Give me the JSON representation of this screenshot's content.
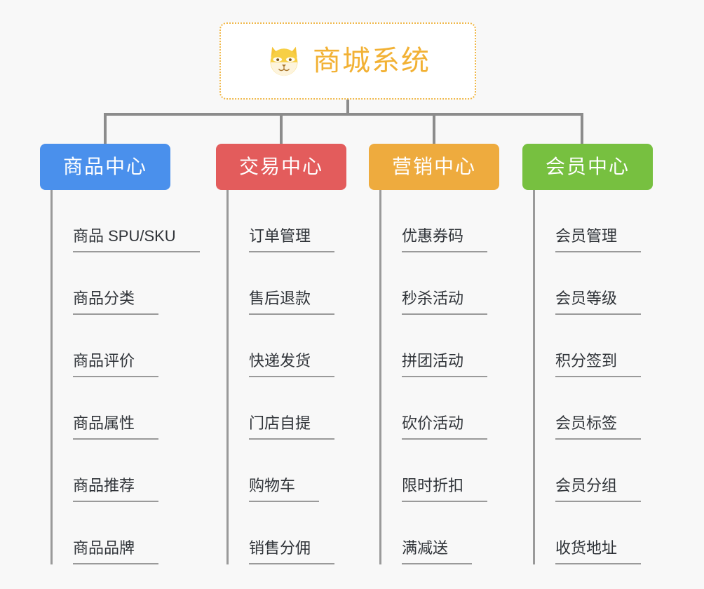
{
  "page": {
    "background_color": "#f8f8f8",
    "line_color": "#8c8c8c"
  },
  "root": {
    "title": "商城系统",
    "icon": "shiba-dog-face-icon",
    "text_color": "#f2b134",
    "border_color": "#f0b849",
    "background_color": "#ffffff"
  },
  "columns": [
    {
      "title": "商品中心",
      "color": "#4a90ec",
      "items": [
        {
          "label": "商品 SPU/SKU"
        },
        {
          "label": "商品分类"
        },
        {
          "label": "商品评价"
        },
        {
          "label": "商品属性"
        },
        {
          "label": "商品推荐"
        },
        {
          "label": "商品品牌"
        }
      ]
    },
    {
      "title": "交易中心",
      "color": "#e35c5c",
      "items": [
        {
          "label": "订单管理"
        },
        {
          "label": "售后退款"
        },
        {
          "label": "快递发货"
        },
        {
          "label": "门店自提"
        },
        {
          "label": "购物车"
        },
        {
          "label": "销售分佣"
        }
      ]
    },
    {
      "title": "营销中心",
      "color": "#eeab3e",
      "items": [
        {
          "label": "优惠券码"
        },
        {
          "label": "秒杀活动"
        },
        {
          "label": "拼团活动"
        },
        {
          "label": "砍价活动"
        },
        {
          "label": "限时折扣"
        },
        {
          "label": "满减送"
        }
      ]
    },
    {
      "title": "会员中心",
      "color": "#77c040",
      "items": [
        {
          "label": "会员管理"
        },
        {
          "label": "会员等级"
        },
        {
          "label": "积分签到"
        },
        {
          "label": "会员标签"
        },
        {
          "label": "会员分组"
        },
        {
          "label": "收货地址"
        }
      ]
    }
  ]
}
